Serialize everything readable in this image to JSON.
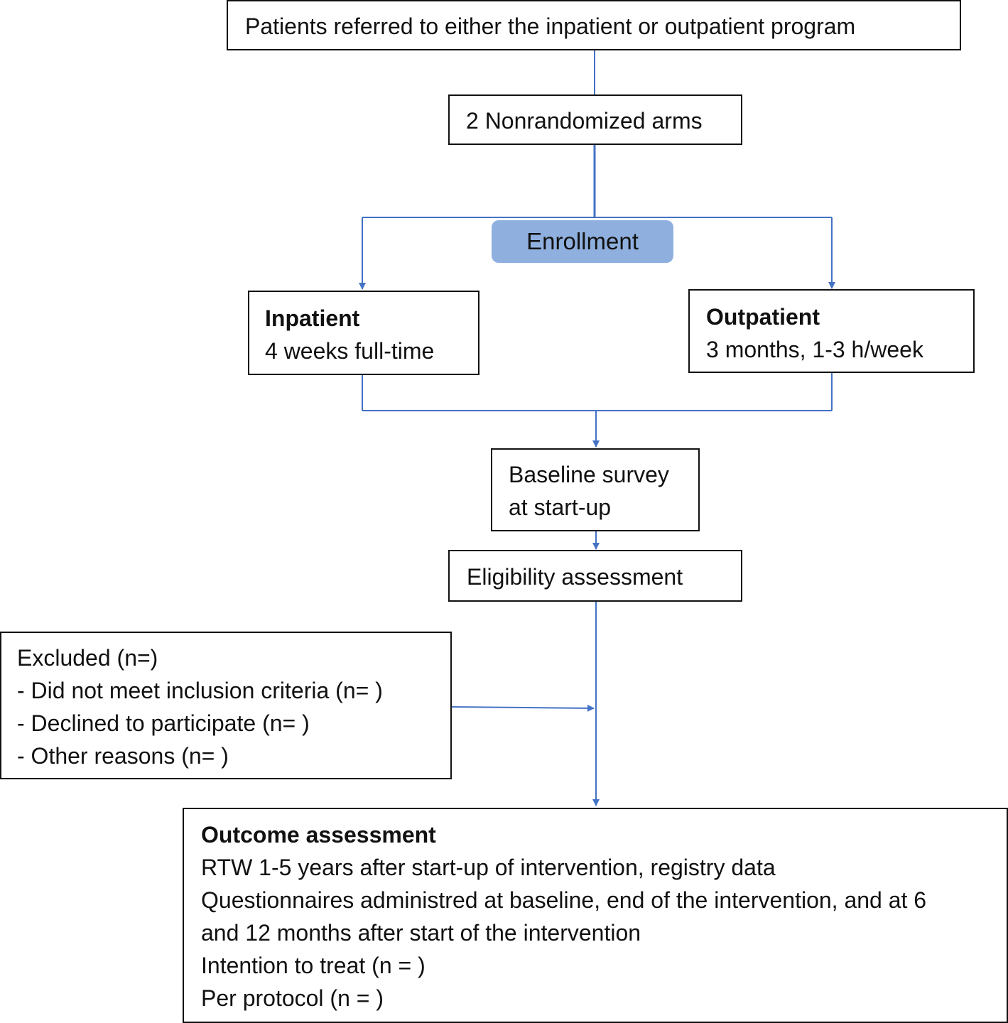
{
  "colors": {
    "connector": "#4472c4",
    "enrollment_fill": "#8fb0df",
    "box_border": "#111111"
  },
  "referral": {
    "text": "Patients referred to either the inpatient or outpatient program"
  },
  "arms": {
    "text": "2 Nonrandomized arms"
  },
  "enrollment": {
    "label": "Enrollment"
  },
  "inpatient": {
    "title": "Inpatient",
    "detail": "4 weeks full-time"
  },
  "outpatient": {
    "title": "Outpatient",
    "detail": "3 months, 1-3 h/week"
  },
  "baseline": {
    "lines": [
      "Baseline survey",
      "at start-up"
    ]
  },
  "eligibility": {
    "text": "Eligibility assessment"
  },
  "excluded": {
    "lines": [
      "Excluded (n=)",
      "- Did not meet inclusion criteria (n= )",
      "- Declined to participate (n= )",
      "- Other reasons (n= )"
    ]
  },
  "outcome": {
    "title": "Outcome assessment",
    "lines": [
      "RTW 1-5 years after start-up of intervention, registry data",
      "Questionnaires administred at baseline, end of the intervention, and at 6",
      "and 12 months after start of the intervention",
      "Intention to treat (n = )",
      "Per protocol (n = )"
    ]
  }
}
